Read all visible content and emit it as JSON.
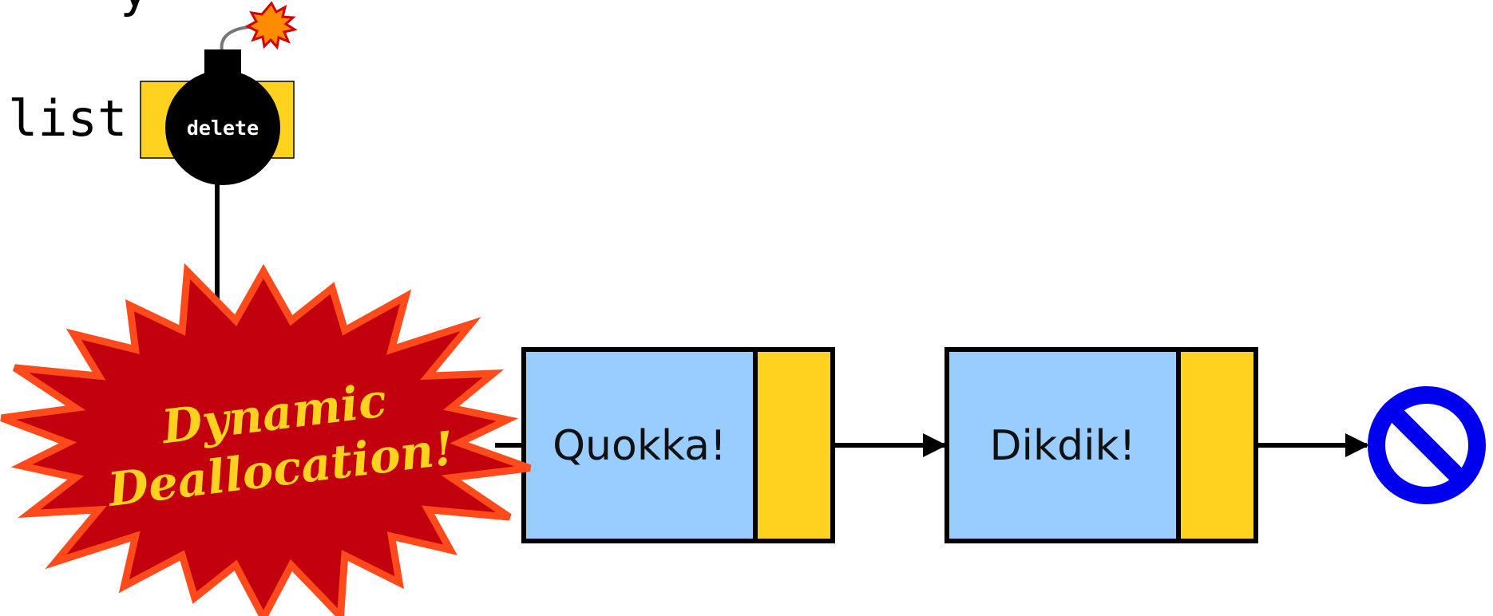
{
  "variable": {
    "label": "list"
  },
  "bomb": {
    "label": "delete",
    "icon": "bomb-icon"
  },
  "nodes": [
    {
      "value": "Quokka!"
    },
    {
      "value": "Dikdik!"
    }
  ],
  "terminator": {
    "icon": "null-pointer-icon"
  },
  "burst": {
    "line1": "Dynamic",
    "line2": "Deallocation!"
  },
  "colors": {
    "node_fill": "#99ccff",
    "pointer_fill": "#ffd21f",
    "burst_fill": "#c2000e",
    "burst_stroke": "#ff4a1c",
    "burst_text": "#ffd21f",
    "null_ring": "#0000ee",
    "spark": "#ff8c00"
  }
}
